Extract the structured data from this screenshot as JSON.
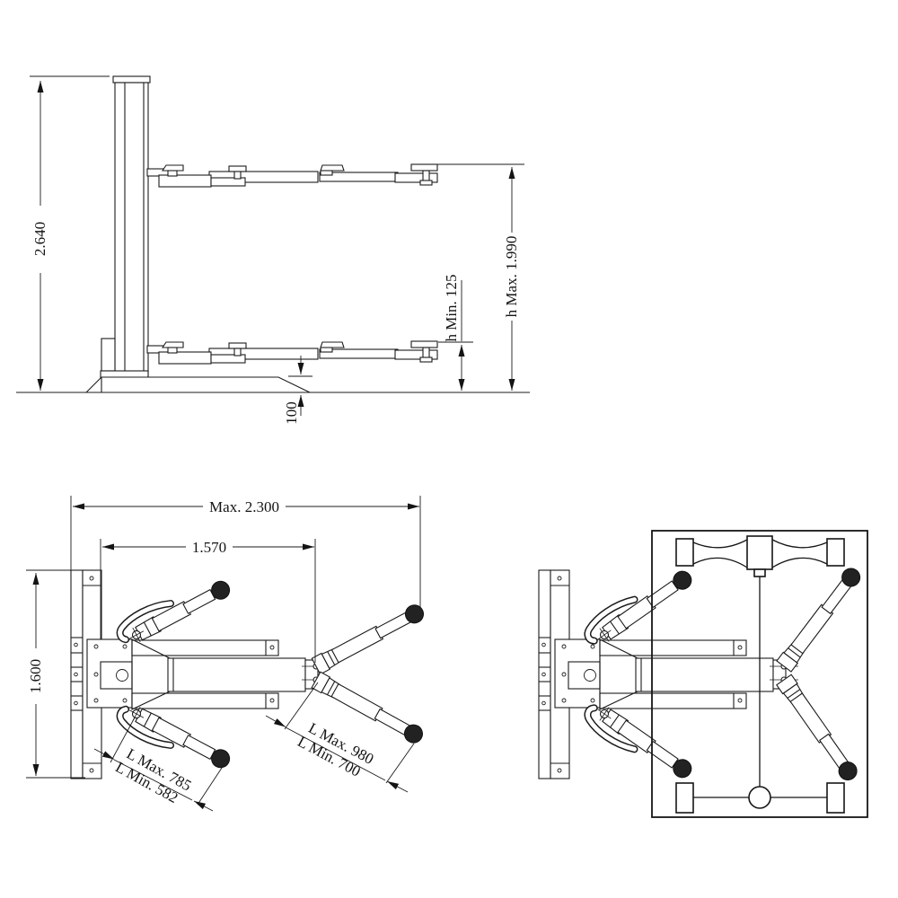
{
  "dimensions": {
    "side_view": {
      "overall_height": "2.640",
      "max_lifting_height": "h Max. 1.990",
      "min_pad_height": "h Min. 125",
      "base_height": "100"
    },
    "plan_view": {
      "max_overall_reach": "Max. 2.300",
      "arm_spread": "1.570",
      "base_plate_length": "1.600",
      "long_arm_max": "L Max. 980",
      "long_arm_min": "L Min. 700",
      "short_arm_max": "L Max. 785",
      "short_arm_min": "L Min. 582"
    }
  }
}
